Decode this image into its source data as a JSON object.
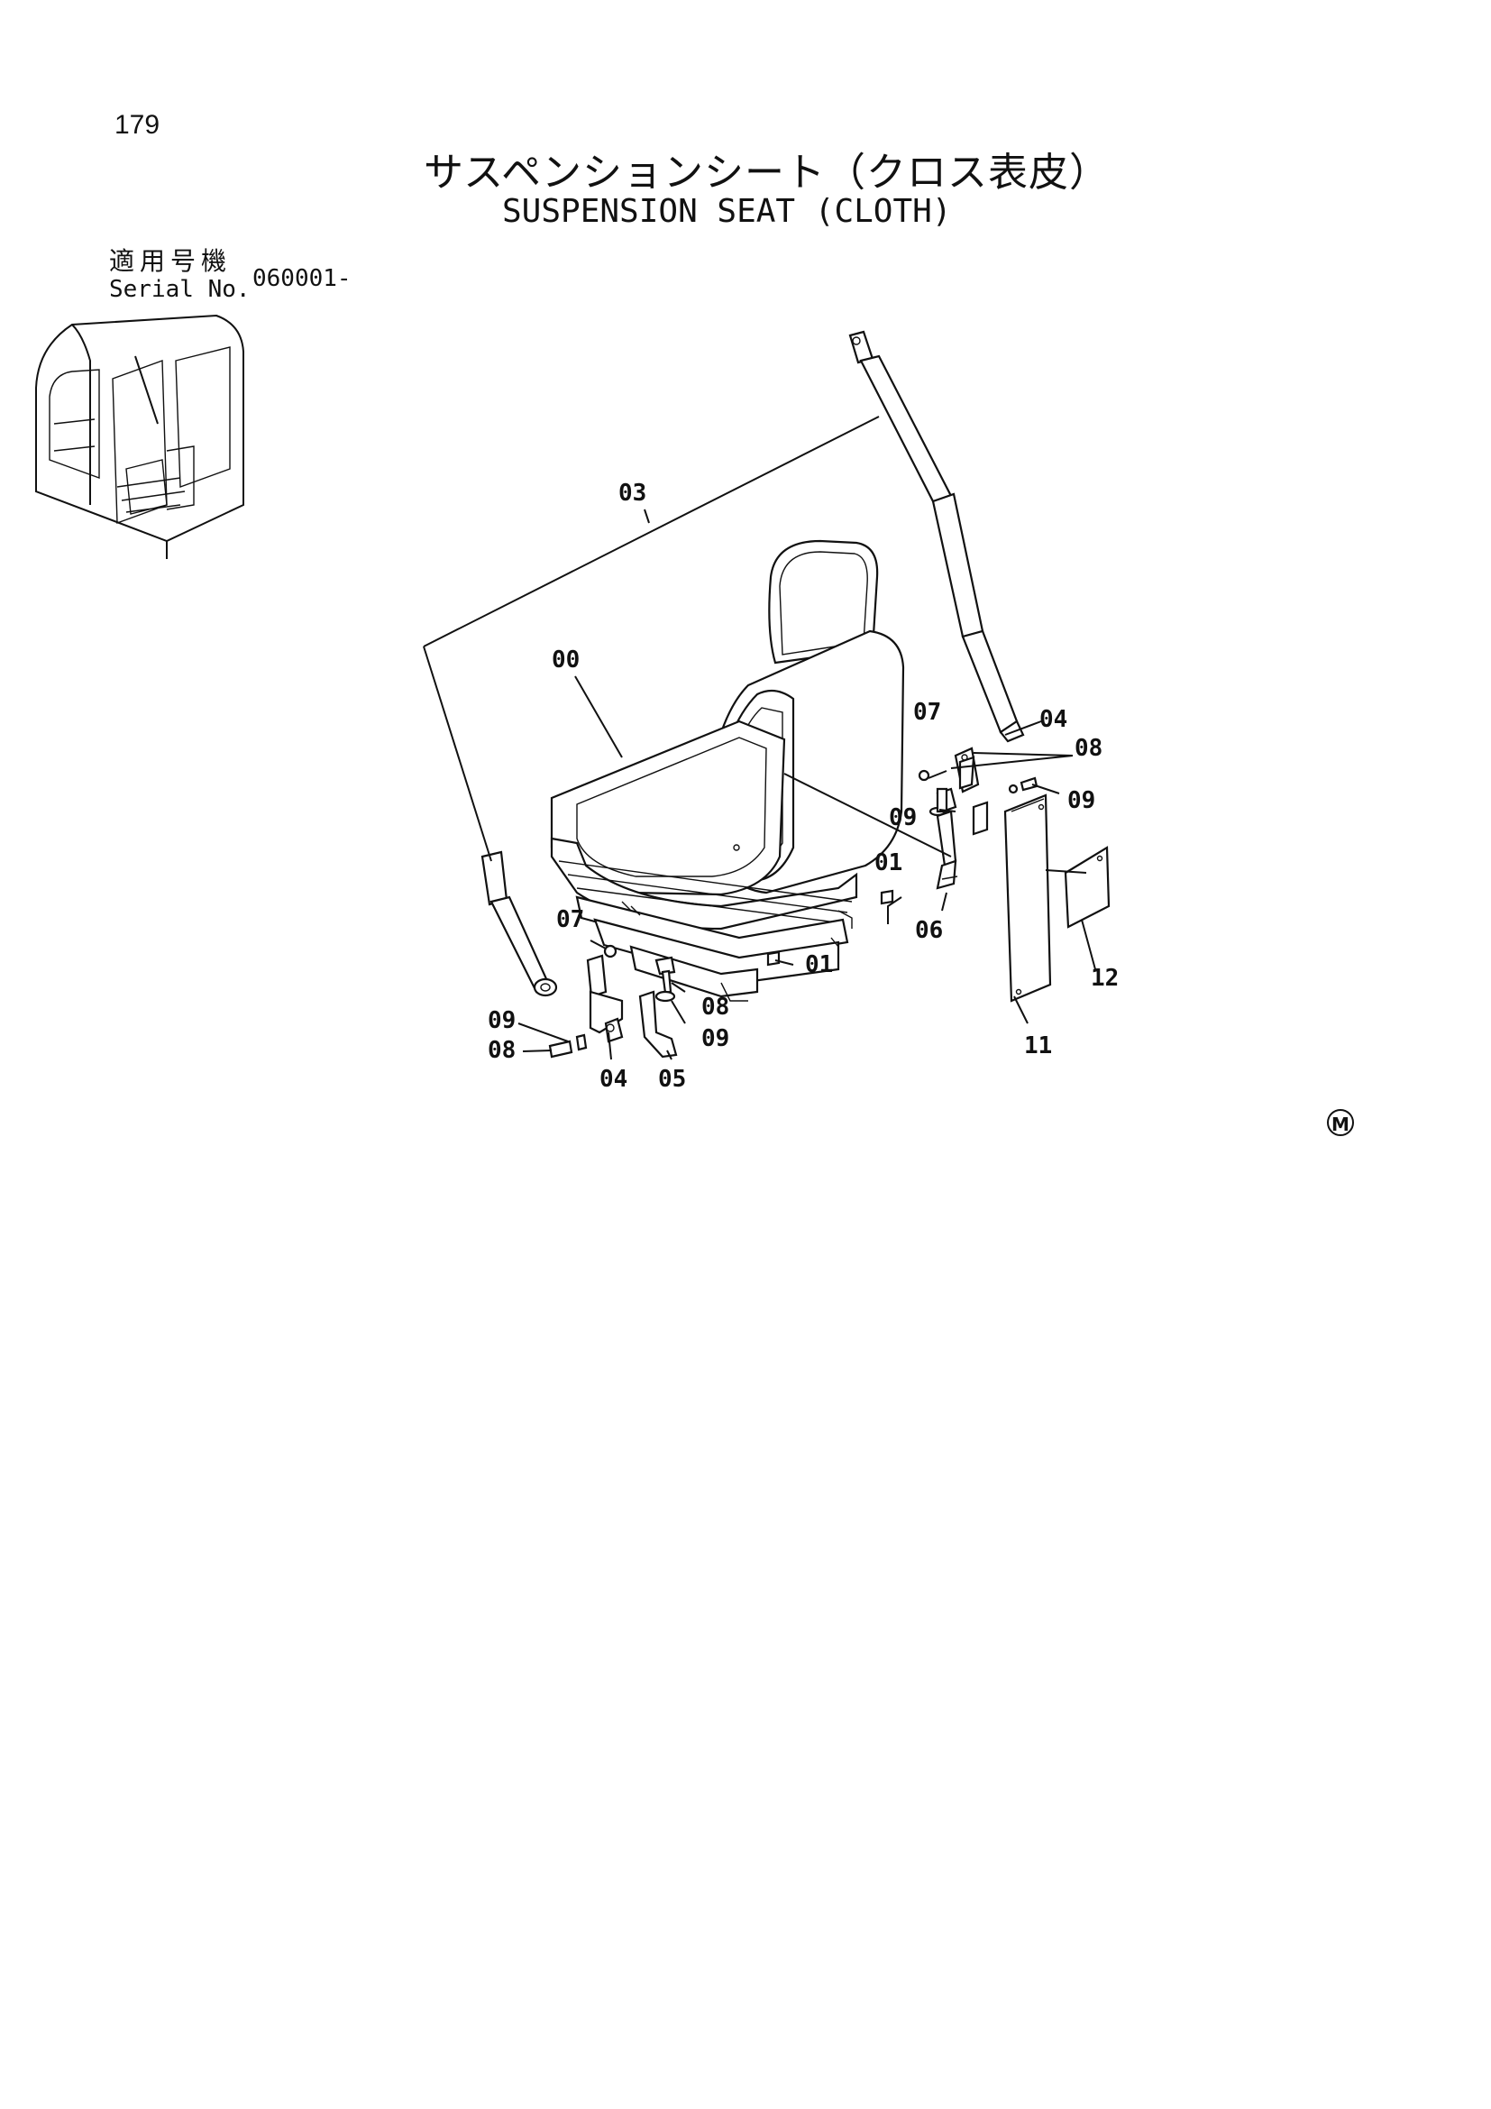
{
  "page_number": "179",
  "title_jp": "サスペンションシート（クロス表皮）",
  "title_en": "SUSPENSION SEAT (CLOTH)",
  "serial": {
    "label_jp": "適用号機",
    "label_en": "Serial No.",
    "value": "060001-"
  },
  "callouts": {
    "c00": "00",
    "c01a": "01",
    "c01b": "01",
    "c03": "03",
    "c04a": "04",
    "c04b": "04",
    "c05": "05",
    "c06": "06",
    "c07a": "07",
    "c07b": "07",
    "c08a": "08",
    "c08b": "08",
    "c08c": "08",
    "c09a": "09",
    "c09b": "09",
    "c09c": "09",
    "c09d": "09",
    "c11": "11",
    "c12": "12"
  },
  "maker_mark": "M"
}
